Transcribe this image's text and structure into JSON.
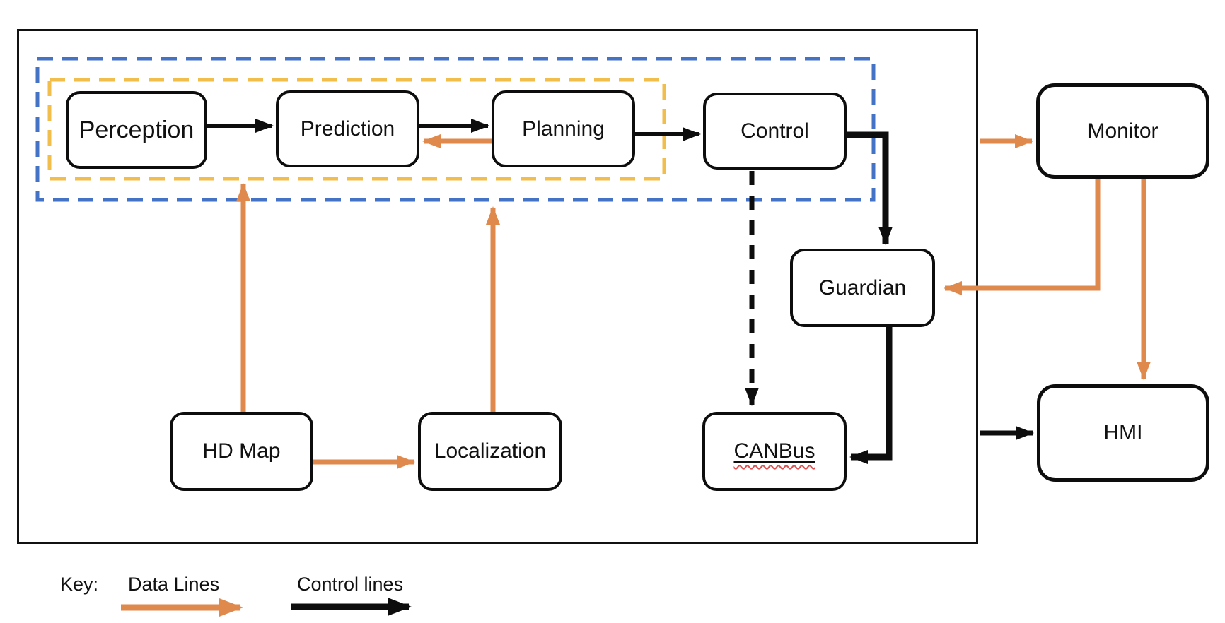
{
  "diagram": {
    "title_visible": false,
    "nodes": {
      "perception": {
        "label": "Perception"
      },
      "prediction": {
        "label": "Prediction"
      },
      "planning": {
        "label": "Planning"
      },
      "control": {
        "label": "Control"
      },
      "guardian": {
        "label": "Guardian"
      },
      "monitor": {
        "label": "Monitor"
      },
      "hmi": {
        "label": "HMI"
      },
      "hd_map": {
        "label": "HD Map"
      },
      "localization": {
        "label": "Localization"
      },
      "canbus": {
        "label": "CANBus",
        "spellcheck_underline": true
      }
    },
    "groups": {
      "outer_dashed": {
        "color": "#4472C4",
        "contains": [
          "perception",
          "prediction",
          "planning",
          "control"
        ]
      },
      "inner_dashed": {
        "color": "#F2BE4B",
        "contains": [
          "perception",
          "prediction",
          "planning"
        ]
      }
    },
    "edges": [
      {
        "id": "perception-prediction",
        "from": "perception",
        "to": "prediction",
        "line": "control",
        "style": "solid"
      },
      {
        "id": "prediction-planning",
        "from": "prediction",
        "to": "planning",
        "line": "control",
        "style": "solid"
      },
      {
        "id": "planning-control",
        "from": "planning",
        "to": "control",
        "line": "control",
        "style": "solid"
      },
      {
        "id": "control-guardian",
        "from": "control",
        "to": "guardian",
        "line": "control",
        "style": "solid"
      },
      {
        "id": "guardian-canbus",
        "from": "guardian",
        "to": "canbus",
        "line": "control",
        "style": "solid"
      },
      {
        "id": "control-canbus",
        "from": "control",
        "to": "canbus",
        "line": "control",
        "style": "dashed"
      },
      {
        "id": "system-hmi",
        "from": "vehicle-system",
        "to": "hmi",
        "line": "control",
        "style": "solid"
      },
      {
        "id": "planning-prediction",
        "from": "planning",
        "to": "prediction",
        "line": "data",
        "style": "solid"
      },
      {
        "id": "hdmap-group",
        "from": "hd_map",
        "to": "inner_dashed_group",
        "line": "data",
        "style": "solid"
      },
      {
        "id": "localization-group",
        "from": "localization",
        "to": "outer_dashed_group",
        "line": "data",
        "style": "solid"
      },
      {
        "id": "hdmap-localization",
        "from": "hd_map",
        "to": "localization",
        "line": "data",
        "style": "solid"
      },
      {
        "id": "system-monitor",
        "from": "vehicle-system",
        "to": "monitor",
        "line": "data",
        "style": "solid"
      },
      {
        "id": "monitor-guardian",
        "from": "monitor",
        "to": "guardian",
        "line": "data",
        "style": "solid"
      },
      {
        "id": "monitor-hmi",
        "from": "monitor",
        "to": "hmi",
        "line": "data",
        "style": "solid"
      }
    ],
    "legend": {
      "key_label": "Key:",
      "data_lines_label": "Data Lines",
      "control_lines_label": "Control lines"
    },
    "colors": {
      "data_line": "#DF8A4C",
      "control_line": "#0d0d0d",
      "outer_group_border": "#4472C4",
      "inner_group_border": "#F2BE4B",
      "spellcheck_squiggle": "#E05050"
    }
  }
}
